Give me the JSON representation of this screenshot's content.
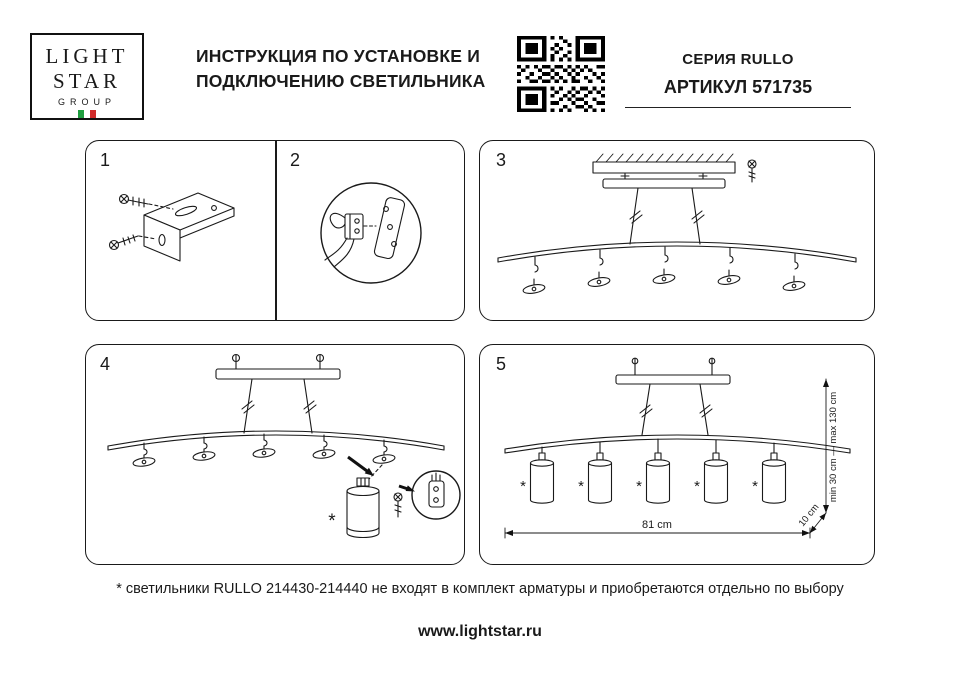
{
  "header": {
    "logo": {
      "line1": "LIGHT",
      "line2": "STAR",
      "line3": "GROUP"
    },
    "title": {
      "line1": "ИНСТРУКЦИЯ ПО УСТАНОВКЕ И",
      "line2": "ПОДКЛЮЧЕНИЮ СВЕТИЛЬНИКА"
    },
    "series": "СЕРИЯ RULLO",
    "article": "АРТИКУЛ 571735"
  },
  "panels": {
    "p1": "1",
    "p2": "2",
    "p3": "3",
    "p4": "4",
    "p5": "5"
  },
  "annotations": {
    "asterisk": "*",
    "width_dim": "81 cm",
    "height_dim": "min 30 cm — max 130 cm",
    "depth_dim": "10 cm"
  },
  "footnote": "* светильники RULLO 214430-214440 не входят в комплект арматуры и приобретаются отдельно по выбору",
  "footer": {
    "url": "www.lightstar.ru"
  },
  "colors": {
    "ink": "#1a1a1a",
    "flag_green": "#1f9d3f",
    "flag_white": "#ffffff",
    "flag_red": "#d02b2b"
  }
}
